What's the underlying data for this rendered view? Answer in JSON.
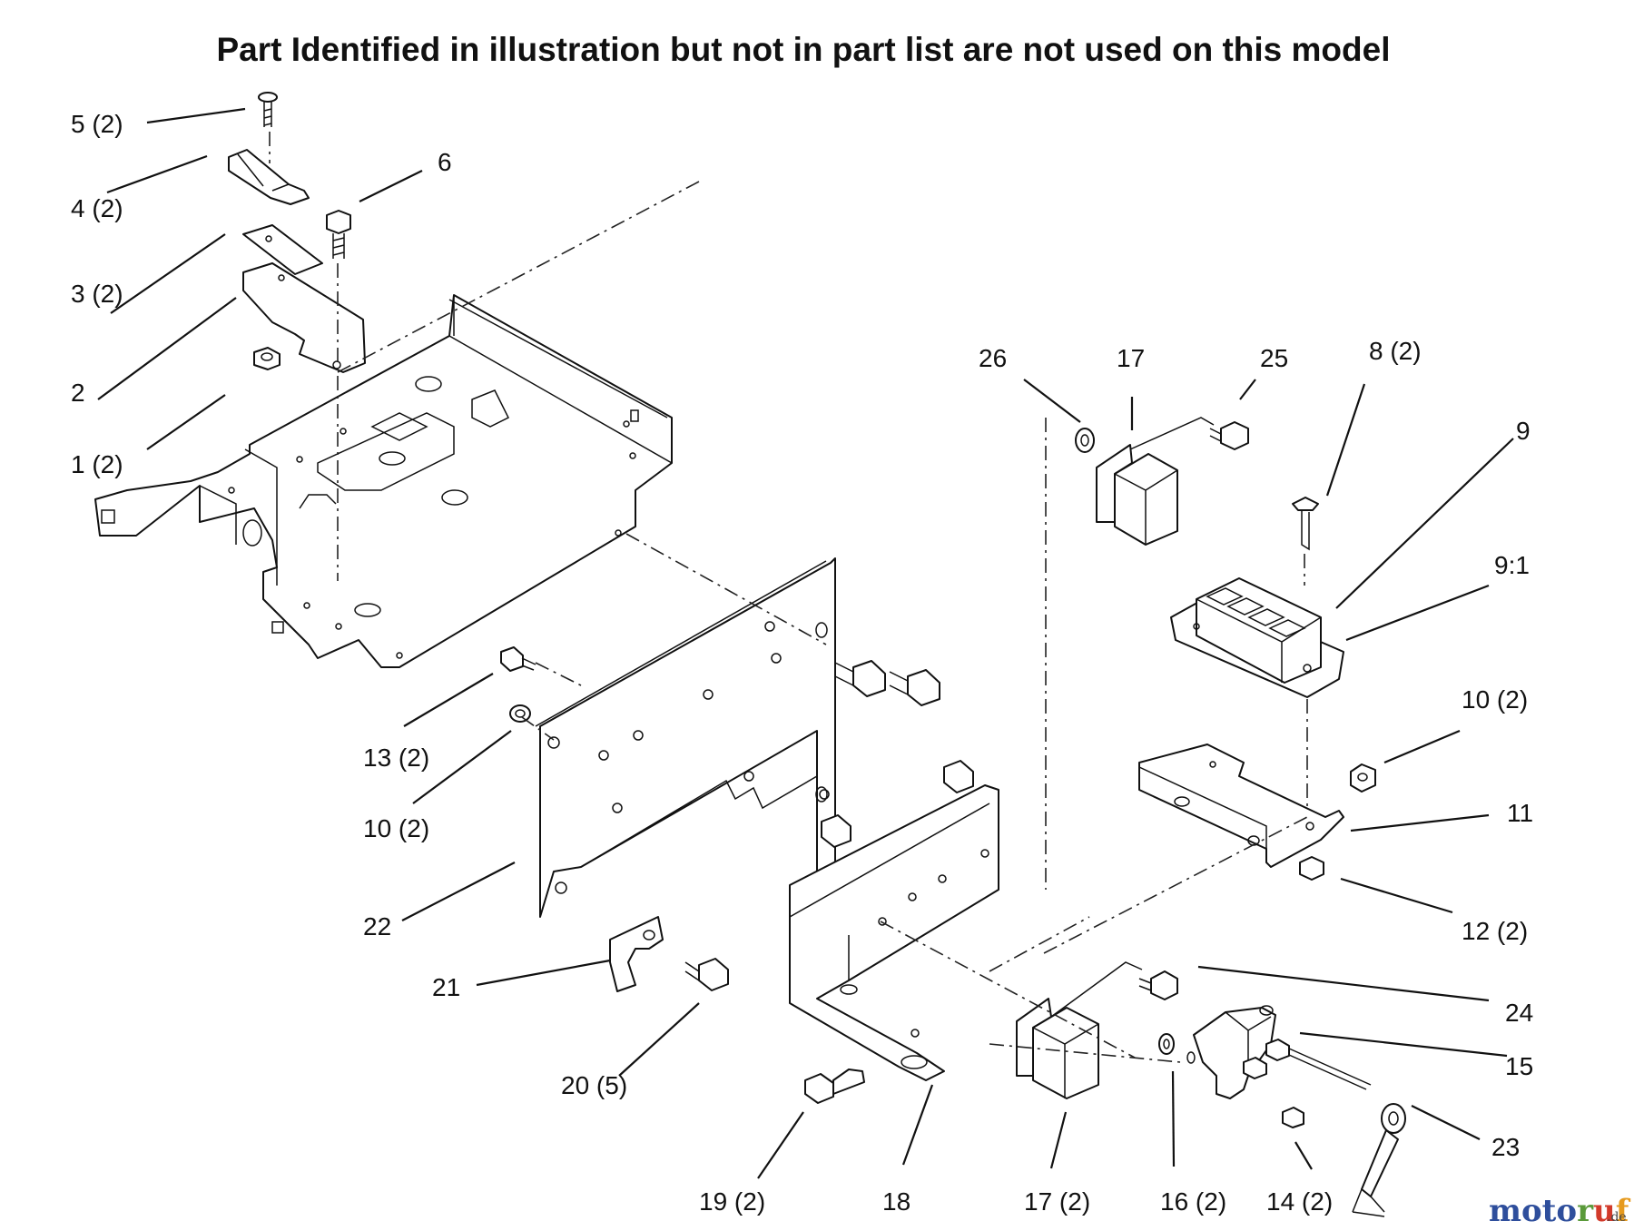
{
  "title": "Part Identified in illustration but not in part list are not used on this model",
  "callouts": [
    {
      "id": "c5",
      "text": "5 (2)"
    },
    {
      "id": "c4",
      "text": "4 (2)"
    },
    {
      "id": "c3",
      "text": "3 (2)"
    },
    {
      "id": "c2",
      "text": "2"
    },
    {
      "id": "c1",
      "text": "1 (2)"
    },
    {
      "id": "c6",
      "text": "6"
    },
    {
      "id": "c26",
      "text": "26"
    },
    {
      "id": "c17a",
      "text": "17"
    },
    {
      "id": "c25",
      "text": "25"
    },
    {
      "id": "c8",
      "text": "8 (2)"
    },
    {
      "id": "c9",
      "text": "9"
    },
    {
      "id": "c91",
      "text": "9:1"
    },
    {
      "id": "c10a",
      "text": "10 (2)"
    },
    {
      "id": "c11",
      "text": "11"
    },
    {
      "id": "c12",
      "text": "12 (2)"
    },
    {
      "id": "c13",
      "text": "13 (2)"
    },
    {
      "id": "c10b",
      "text": "10 (2)"
    },
    {
      "id": "c22",
      "text": "22"
    },
    {
      "id": "c21",
      "text": "21"
    },
    {
      "id": "c20",
      "text": "20 (5)"
    },
    {
      "id": "c24",
      "text": "24"
    },
    {
      "id": "c15",
      "text": "15"
    },
    {
      "id": "c23",
      "text": "23"
    },
    {
      "id": "c19",
      "text": "19 (2)"
    },
    {
      "id": "c18",
      "text": "18"
    },
    {
      "id": "c17b",
      "text": "17 (2)"
    },
    {
      "id": "c16",
      "text": "16 (2)"
    },
    {
      "id": "c14",
      "text": "14 (2)"
    }
  ],
  "watermark": {
    "main": "motoruf",
    "suffix": ".de",
    "colors": [
      "#2e4e9c",
      "#2e4e9c",
      "#2e4e9c",
      "#2e4e9c",
      "#5a9a3a",
      "#d23a2a",
      "#e69a1e"
    ]
  }
}
